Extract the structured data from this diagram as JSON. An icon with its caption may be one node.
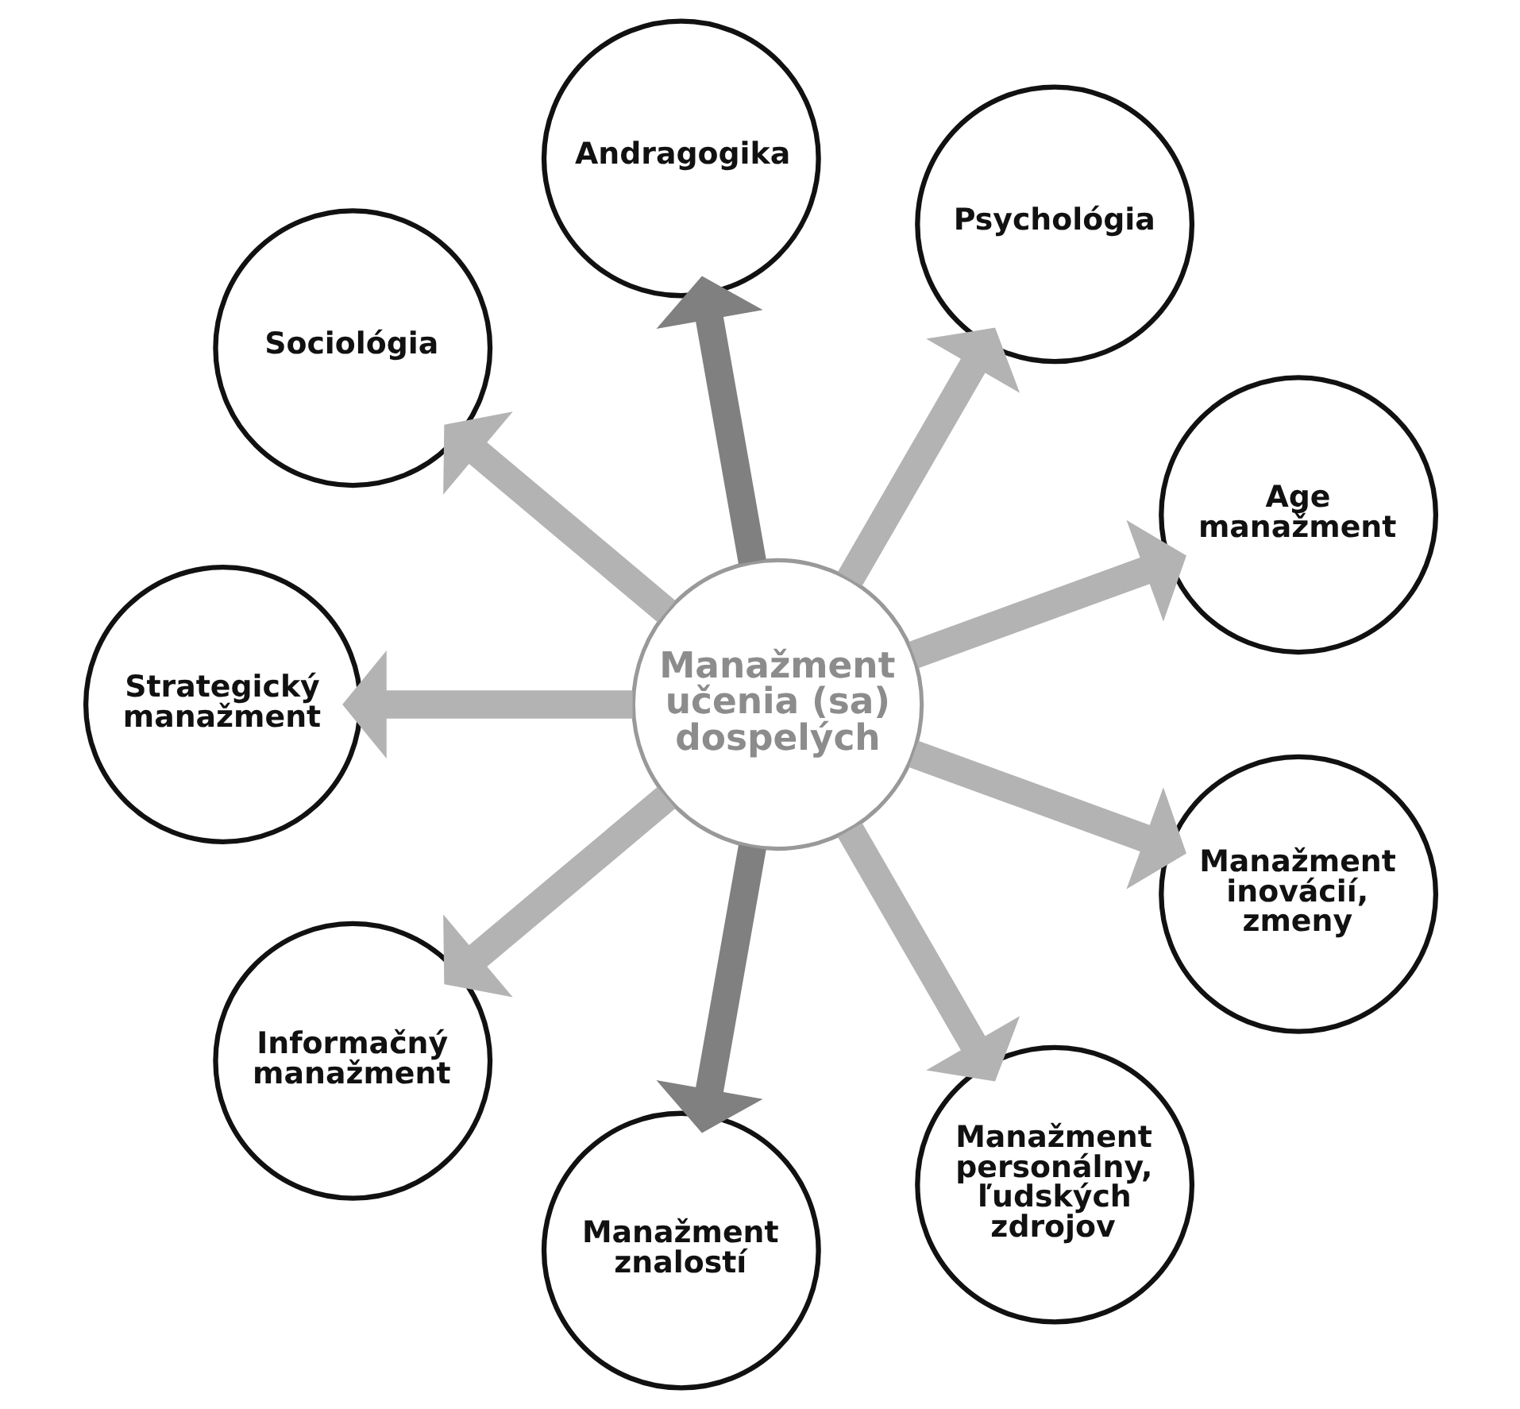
{
  "diagram": {
    "nodes": [
      {
        "text": [
          "Manažment učenia (sa) dospelých"
        ]
      },
      {
        "text": [
          "Age manažment"
        ]
      },
      {
        "text": [
          "Psychológia"
        ]
      },
      {
        "text": [
          "Andragogika"
        ]
      },
      {
        "text": [
          "Sociológia"
        ]
      },
      {
        "text": [
          "Strategický manažment"
        ]
      },
      {
        "text": [
          "Informačný manažment"
        ]
      },
      {
        "text": [
          "Manažment znalostí"
        ]
      },
      {
        "text": [
          "Manažment personálny, ľudských zdrojov"
        ]
      },
      {
        "text": [
          "Manažment inovácií, zmeny"
        ]
      }
    ],
    "edges": [
      {
        "from": 0,
        "to": 1,
        "arrow": "to"
      },
      {
        "from": 0,
        "to": 2,
        "arrow": "to"
      },
      {
        "from": 0,
        "to": 3,
        "arrow": "to",
        "color": "#808080"
      },
      {
        "from": 0,
        "to": 4,
        "arrow": "to"
      },
      {
        "from": 0,
        "to": 5,
        "arrow": "to"
      },
      {
        "from": 0,
        "to": 6,
        "arrow": "to"
      },
      {
        "from": 0,
        "to": 7,
        "arrow": "to",
        "color": "#808080"
      },
      {
        "from": 0,
        "to": 8,
        "arrow": "to"
      },
      {
        "from": 0,
        "to": 9,
        "arrow": "to"
      }
    ]
  }
}
